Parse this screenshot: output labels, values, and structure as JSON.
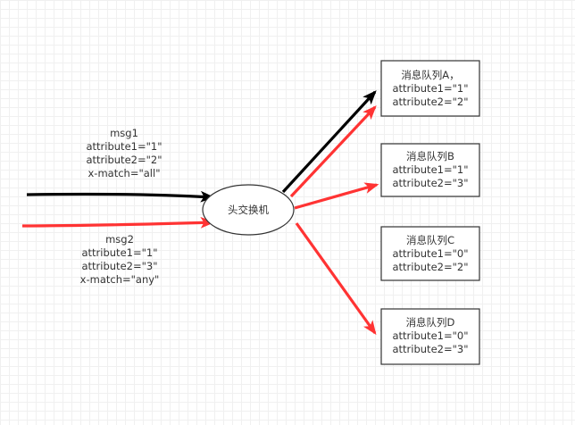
{
  "exchange": {
    "label": "头交换机"
  },
  "messages": [
    {
      "lines": [
        "msg1",
        "attribute1=\"1\"",
        "attribute2=\"2\"",
        "x-match=\"all\""
      ],
      "arrow_color": "#000000"
    },
    {
      "lines": [
        "msg2",
        "attribute1=\"1\"",
        "attribute2=\"3\"",
        "x-match=\"any\""
      ],
      "arrow_color": "#ff3333"
    }
  ],
  "queues": [
    {
      "lines": [
        "消息队列A，",
        "attribute1=\"1\"",
        "attribute2=\"2\""
      ]
    },
    {
      "lines": [
        "消息队列B",
        "attribute1=\"1\"",
        "attribute2=\"3\""
      ]
    },
    {
      "lines": [
        "消息队列C",
        "attribute1=\"0\"",
        "attribute2=\"2\""
      ]
    },
    {
      "lines": [
        "消息队列D",
        "attribute1=\"0\"",
        "attribute2=\"3\""
      ]
    }
  ]
}
